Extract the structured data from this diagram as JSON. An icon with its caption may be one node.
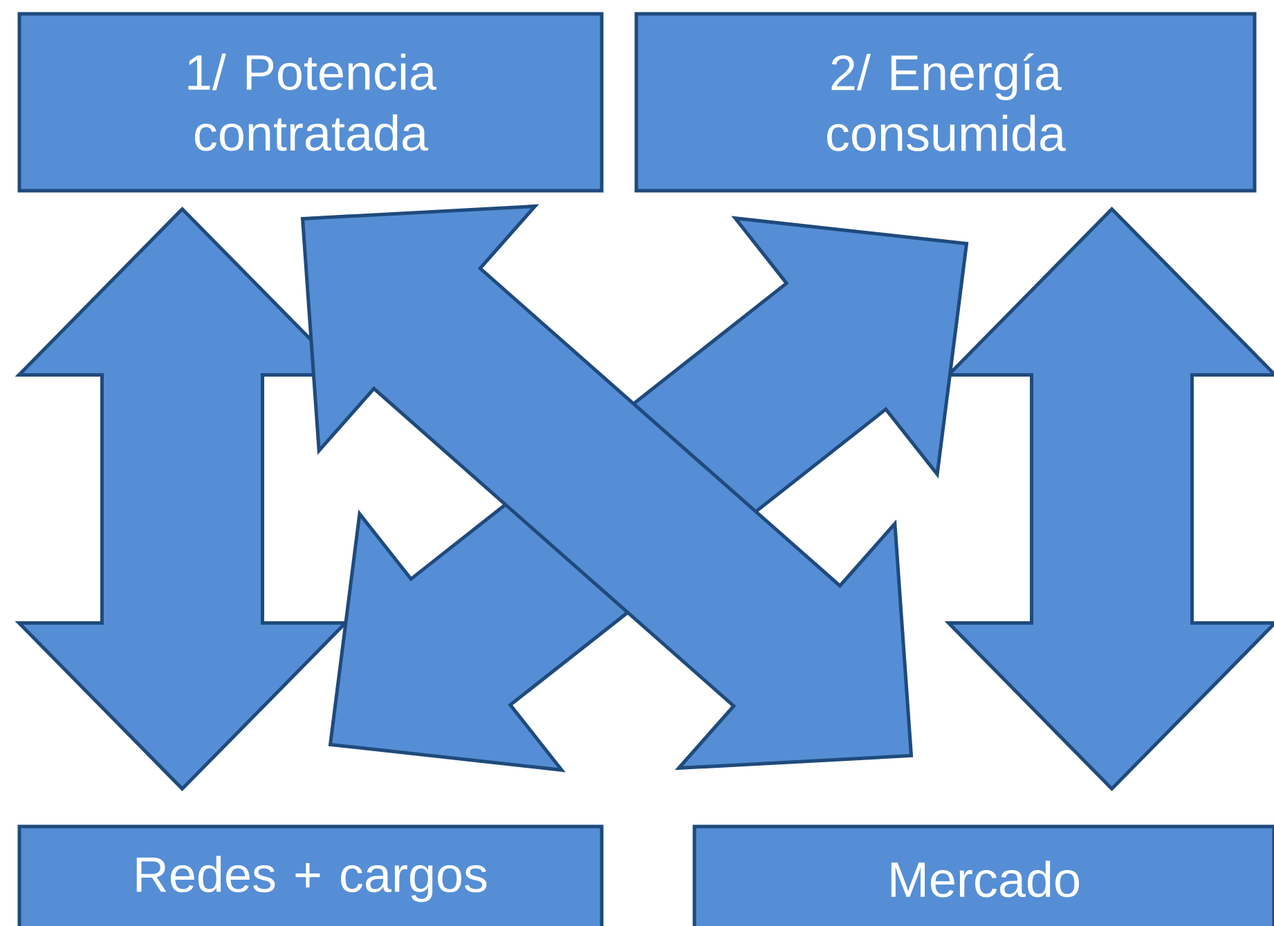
{
  "diagram": {
    "nodes": [
      {
        "text": [
          "1/ Potencia contratada"
        ]
      },
      {
        "text": [
          "2/ Energía consumida"
        ]
      },
      {
        "text": [
          "Redes + cargos"
        ]
      },
      {
        "text": [
          "Mercado"
        ]
      }
    ],
    "edges": [
      {
        "from": 0,
        "to": 2,
        "arrow": "both"
      },
      {
        "from": 1,
        "to": 3,
        "arrow": "both"
      },
      {
        "from": 1,
        "to": 2,
        "arrow": "both"
      },
      {
        "from": 0,
        "to": 3,
        "arrow": "both"
      }
    ]
  }
}
